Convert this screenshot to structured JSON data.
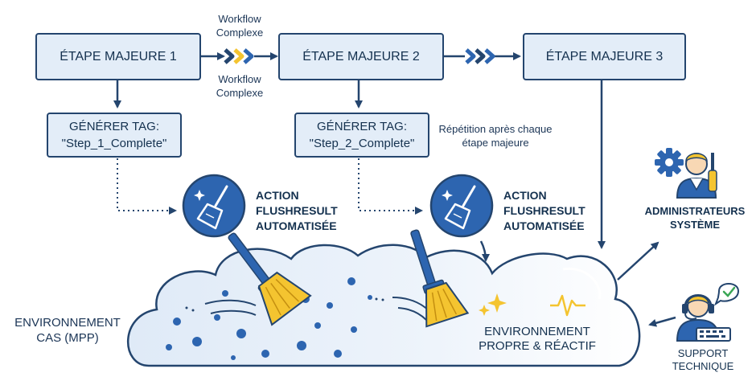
{
  "steps": [
    {
      "label": "ÉTAPE MAJEURE 1"
    },
    {
      "label": "ÉTAPE MAJEURE 2"
    },
    {
      "label": "ÉTAPE MAJEURE 3"
    }
  ],
  "workflow_label": "Workflow Complexe",
  "tags": [
    {
      "title": "GÉNÉRER TAG:",
      "value": "\"Step_1_Complete\""
    },
    {
      "title": "GÉNÉRER TAG:",
      "value": "\"Step_2_Complete\""
    }
  ],
  "repeat_note": "Répétition après chaque étape majeure",
  "flush_action": {
    "line1": "ACTION",
    "line2": "FLUSHRESULT",
    "line3": "AUTOMATISÉE"
  },
  "environment": {
    "line1": "ENVIRONNEMENT",
    "line2": "CAS (MPP)"
  },
  "clean_env": {
    "line1": "ENVIRONNEMENT",
    "line2": "PROPRE & RÉACTIF"
  },
  "admins": {
    "line1": "ADMINISTRATEURS",
    "line2": "SYSTÈME"
  },
  "support": {
    "line1": "SUPPORT",
    "line2": "TECHNIQUE"
  },
  "colors": {
    "navy": "#24456e",
    "box_fill": "#e3edf8",
    "accent_blue": "#2d65b0",
    "yellow": "#f4c430",
    "cloud_fill": "#eaf2fb"
  }
}
